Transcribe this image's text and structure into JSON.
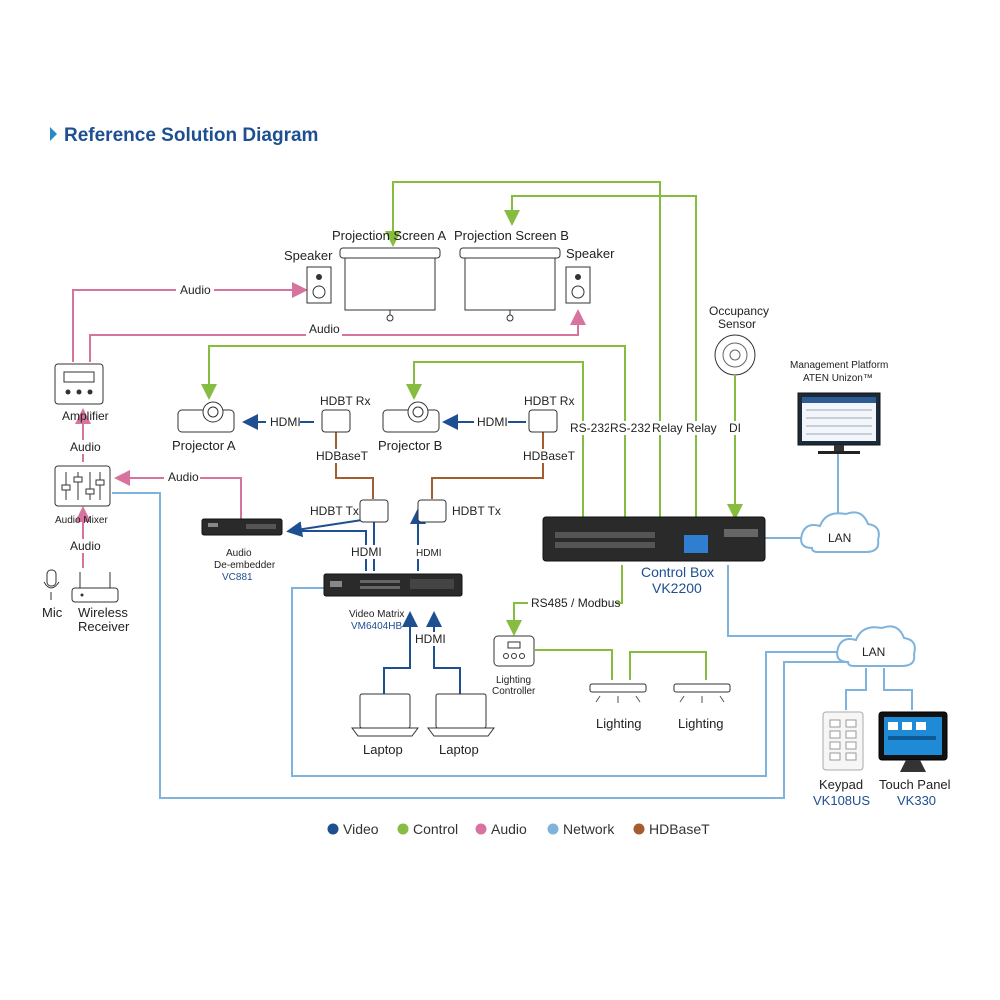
{
  "title": "Reference Solution Diagram",
  "devices": {
    "projection_screen_a": "Projection Screen A",
    "projection_screen_b": "Projection Screen B",
    "speaker_left": "Speaker",
    "speaker_right": "Speaker",
    "occupancy_sensor_line1": "Occupancy",
    "occupancy_sensor_line2": "Sensor",
    "management_line1": "Management Platform",
    "management_line2": "ATEN Unizon™",
    "amplifier": "Amplifier",
    "projector_a": "Projector A",
    "projector_b": "Projector B",
    "hdbt_rx_a": "HDBT Rx",
    "hdbt_rx_b": "HDBT Rx",
    "hdbt_tx_a": "HDBT Tx",
    "hdbt_tx_b": "HDBT Tx",
    "audio_mixer": "Audio Mixer",
    "audio_deembedder_line1": "Audio",
    "audio_deembedder_line2": "De-embedder",
    "audio_deembedder_model": "VC881",
    "video_matrix": "Video Matrix",
    "video_matrix_model": "VM6404HB",
    "control_box": "Control Box",
    "control_box_model": "VK2200",
    "mic": "Mic",
    "wireless_receiver_line1": "Wireless",
    "wireless_receiver_line2": "Receiver",
    "lighting_controller_line1": "Lighting",
    "lighting_controller_line2": "Controller",
    "lighting_1": "Lighting",
    "lighting_2": "Lighting",
    "laptop_1": "Laptop",
    "laptop_2": "Laptop",
    "keypad": "Keypad",
    "keypad_model": "VK108US",
    "touch_panel": "Touch Panel",
    "touch_panel_model": "VK330",
    "lan_top": "LAN",
    "lan_bottom": "LAN"
  },
  "connections": {
    "audio_speaker_left": "Audio",
    "audio_speaker_right": "Audio",
    "audio_amp_mixer": "Audio",
    "audio_deemb_mixer": "Audio",
    "audio_receiver_mixer": "Audio",
    "hdmi_proj_a": "HDMI",
    "hdmi_proj_b": "HDMI",
    "hdbaset_a": "HDBaseT",
    "hdbaset_b": "HDBaseT",
    "hdmi_deemb": "HDMI",
    "hdmi_tx_b": "HDMI",
    "hdmi_laptops": "HDMI",
    "rs232_1": "RS-232",
    "rs232_2": "RS-232",
    "relay_1": "Relay",
    "relay_2": "Relay",
    "di": "DI",
    "rs485": "RS485 / Modbus"
  },
  "legend": [
    {
      "label": "Video",
      "color": "#1d4f91"
    },
    {
      "label": "Control",
      "color": "#86bc3f"
    },
    {
      "label": "Audio",
      "color": "#d6739e"
    },
    {
      "label": "Network",
      "color": "#7fb3db"
    },
    {
      "label": "HDBaseT",
      "color": "#a45d2e"
    }
  ],
  "colors": {
    "video": "#1d4f91",
    "control": "#86bc3f",
    "audio": "#d6739e",
    "network": "#7fb3db",
    "hdbaset": "#a45d2e",
    "title": "#1d4f91"
  }
}
